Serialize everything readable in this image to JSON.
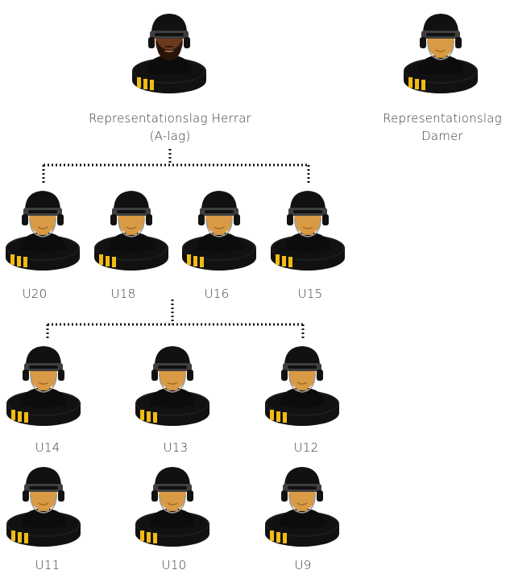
{
  "colors": {
    "helmet": "#111111",
    "visor": "#3f3f3f",
    "skin": "#d89a45",
    "skin_dark": "#6b3a1e",
    "beard": "#2a150a",
    "puck": "#111111",
    "stripe": "#f2bb12",
    "connector": "#111111"
  },
  "icons": {
    "player": "hockey-player-icon",
    "player_bearded": "hockey-player-bearded-icon"
  },
  "teams": {
    "mens_national": {
      "line1": "Representationslag Herrar",
      "line2": "(A-lag)"
    },
    "womens_national": {
      "line1": "Representationslag",
      "line2": "Damer"
    },
    "junior": [
      "U20",
      "U18",
      "U16",
      "U15"
    ],
    "youth_row1": [
      "U14",
      "U13",
      "U12"
    ],
    "youth_row2": [
      "U11",
      "U10",
      "U9"
    ]
  }
}
